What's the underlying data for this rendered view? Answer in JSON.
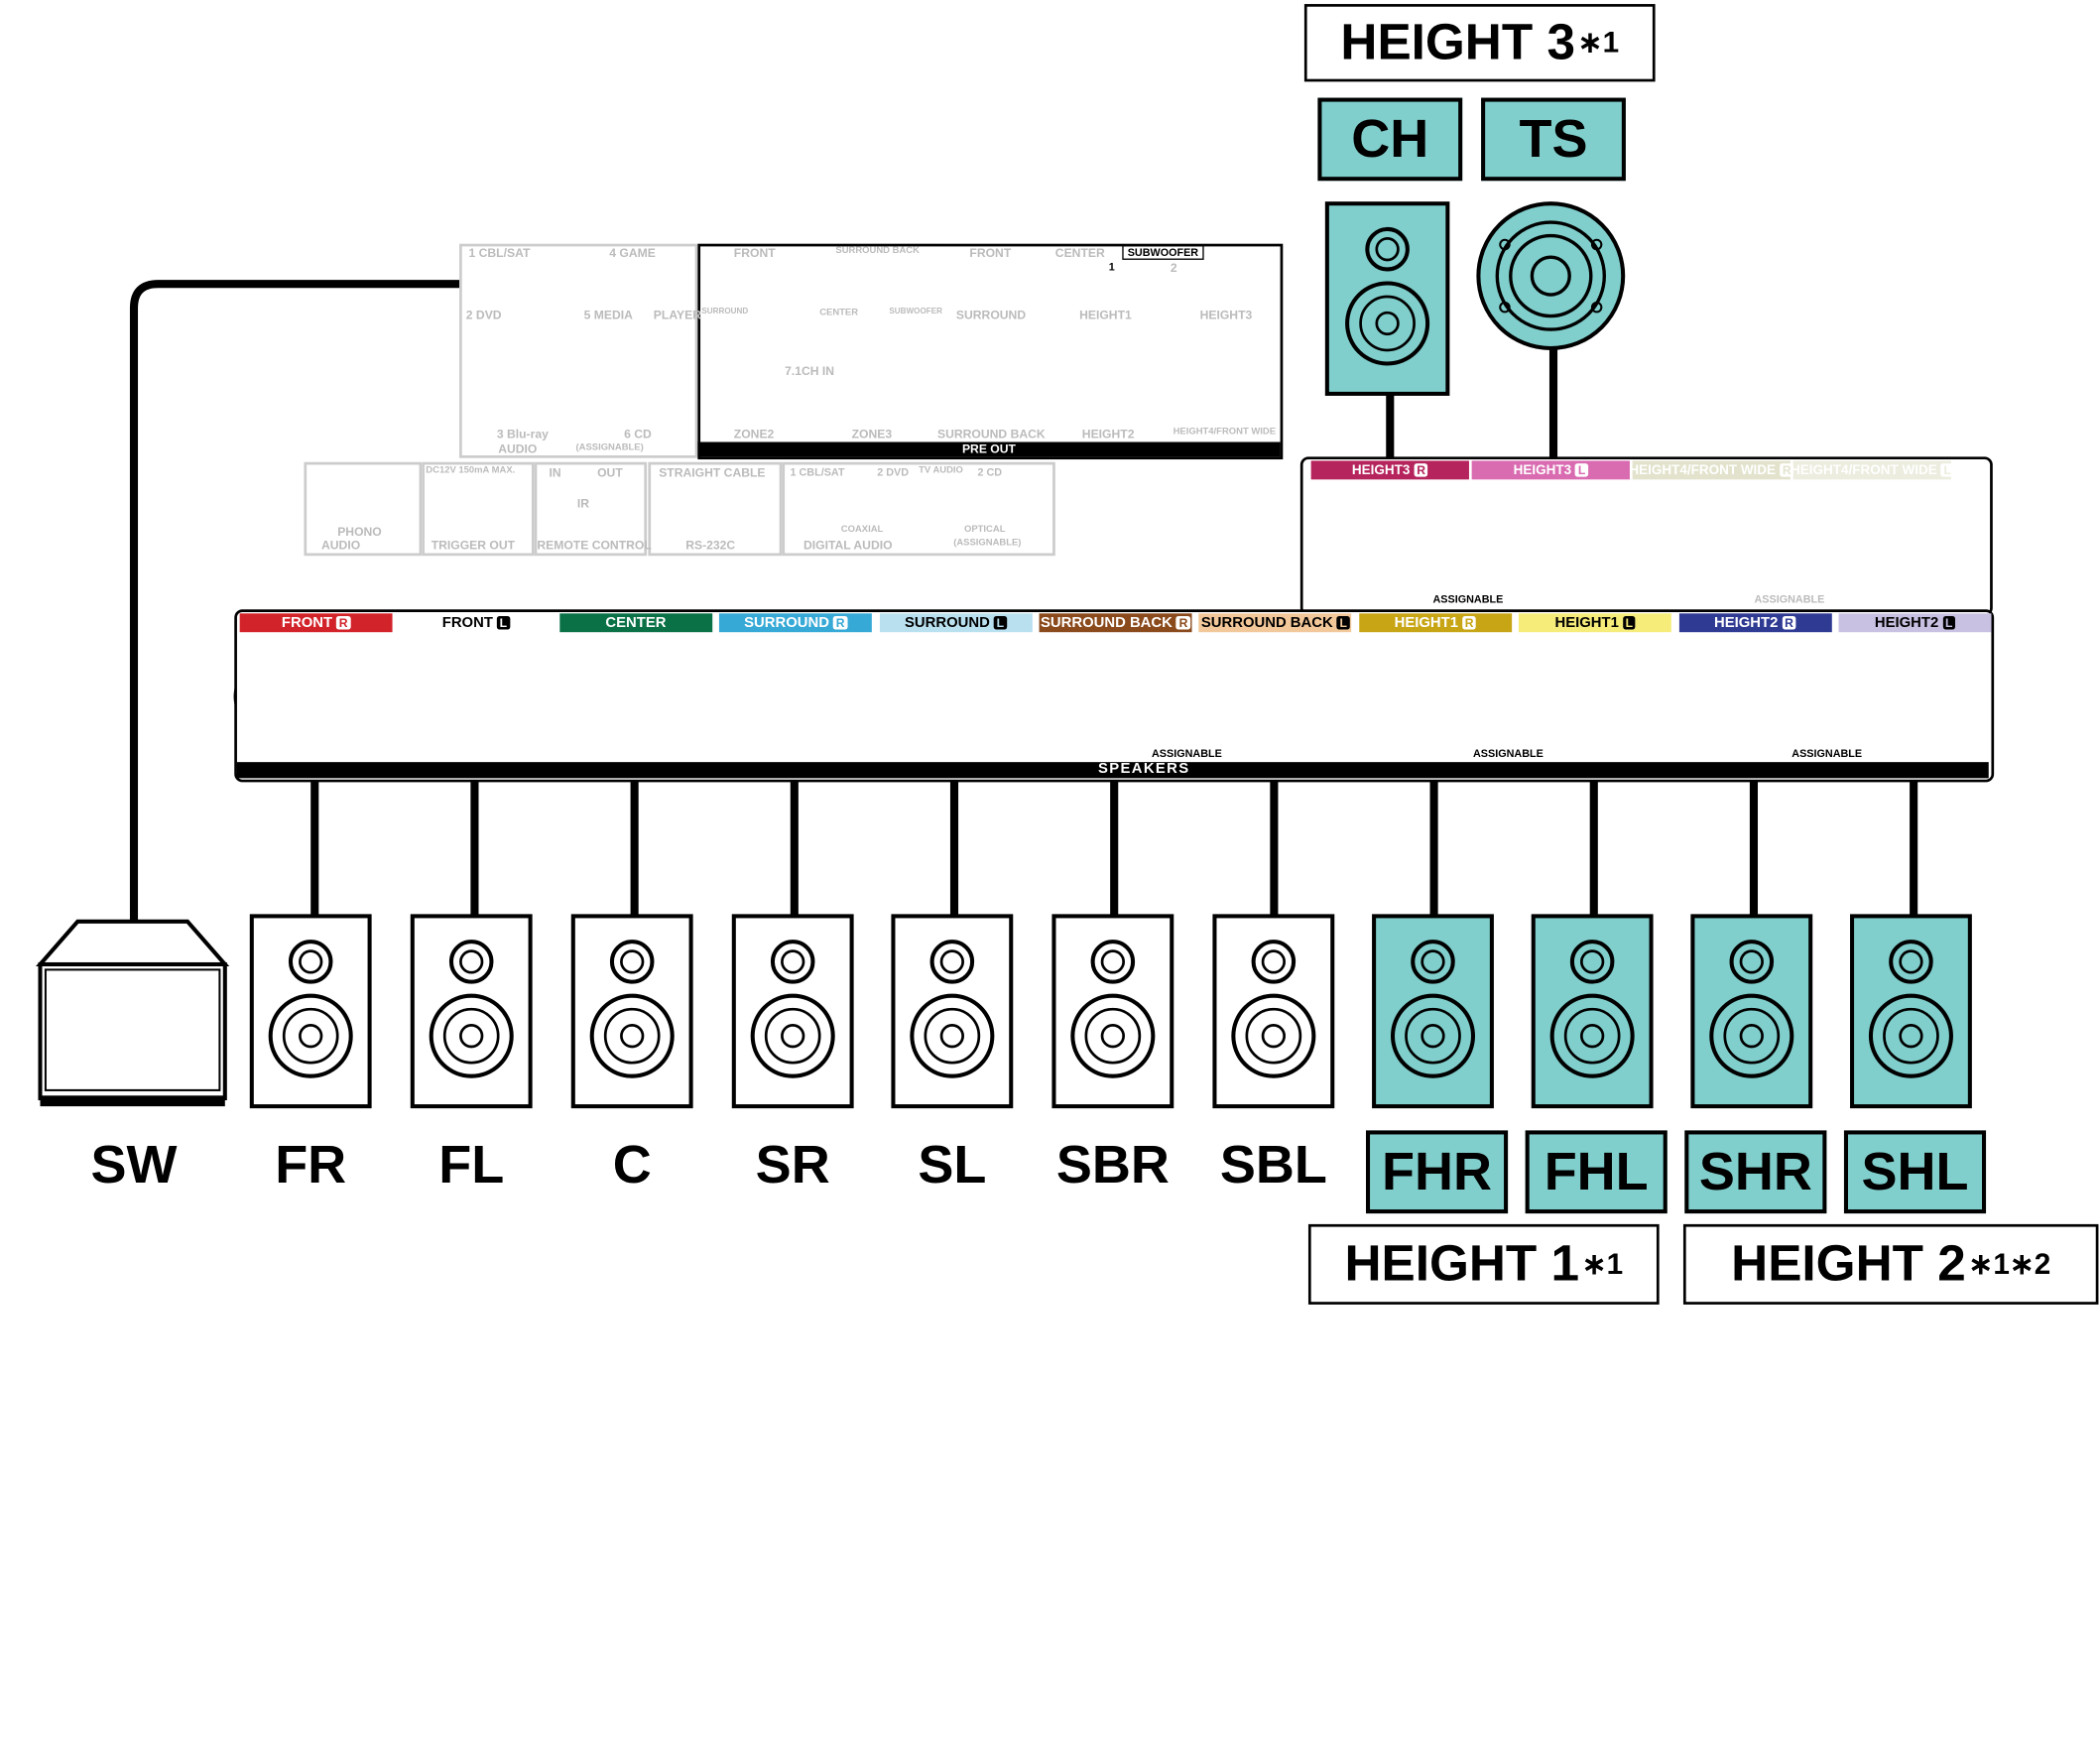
{
  "top_group": {
    "name": "HEIGHT 3",
    "note": "∗1"
  },
  "top_speakers": [
    {
      "id": "ch",
      "label": "CH",
      "kind": "cabinet"
    },
    {
      "id": "ts",
      "label": "TS",
      "kind": "ceiling"
    }
  ],
  "top_terminals": [
    {
      "label": "HEIGHT3",
      "side": "R",
      "color": "#b5245c",
      "active": true
    },
    {
      "label": "HEIGHT3",
      "side": "L",
      "color": "#d96bb0",
      "active": true
    },
    {
      "label": "HEIGHT4/FRONT WIDE",
      "side": "R",
      "color": "#e0e0c8",
      "active": false
    },
    {
      "label": "HEIGHT4/FRONT WIDE",
      "side": "L",
      "color": "#ebebdc",
      "active": false
    }
  ],
  "top_assignable": [
    "ASSIGNABLE",
    "ASSIGNABLE"
  ],
  "main_terminals": [
    {
      "label": "FRONT",
      "side": "R",
      "color": "#d2232a",
      "text": "#ffffff"
    },
    {
      "label": "FRONT",
      "side": "L",
      "color": "#ffffff",
      "text": "#000000"
    },
    {
      "label": "CENTER",
      "side": "",
      "color": "#0a7146",
      "text": "#ffffff"
    },
    {
      "label": "SURROUND",
      "side": "R",
      "color": "#36a9d6",
      "text": "#ffffff"
    },
    {
      "label": "SURROUND",
      "side": "L",
      "color": "#b9e0ef",
      "text": "#000000"
    },
    {
      "label": "SURROUND BACK",
      "side": "R",
      "color": "#8a4a1c",
      "text": "#ffffff"
    },
    {
      "label": "SURROUND BACK",
      "side": "L",
      "color": "#f2c89a",
      "text": "#000000"
    },
    {
      "label": "HEIGHT1",
      "side": "R",
      "color": "#c7a515",
      "text": "#ffffff"
    },
    {
      "label": "HEIGHT1",
      "side": "L",
      "color": "#f5ec7a",
      "text": "#000000"
    },
    {
      "label": "HEIGHT2",
      "side": "R",
      "color": "#2f3a93",
      "text": "#ffffff"
    },
    {
      "label": "HEIGHT2",
      "side": "L",
      "color": "#c9c1e2",
      "text": "#000000"
    }
  ],
  "speakers_panel_label": "SPEAKERS",
  "assignable_label": "ASSIGNABLE",
  "bottom_speakers": [
    {
      "id": "sw",
      "label": "SW",
      "kind": "subwoofer"
    },
    {
      "id": "fr",
      "label": "FR",
      "kind": "cabinet"
    },
    {
      "id": "fl",
      "label": "FL",
      "kind": "cabinet"
    },
    {
      "id": "c",
      "label": "C",
      "kind": "cabinet"
    },
    {
      "id": "sr",
      "label": "SR",
      "kind": "cabinet"
    },
    {
      "id": "sl",
      "label": "SL",
      "kind": "cabinet"
    },
    {
      "id": "sbr",
      "label": "SBR",
      "kind": "cabinet"
    },
    {
      "id": "sbl",
      "label": "SBL",
      "kind": "cabinet"
    },
    {
      "id": "fhr",
      "label": "FHR",
      "kind": "cabinet-height"
    },
    {
      "id": "fhl",
      "label": "FHL",
      "kind": "cabinet-height"
    },
    {
      "id": "shr",
      "label": "SHR",
      "kind": "cabinet-height"
    },
    {
      "id": "shl",
      "label": "SHL",
      "kind": "cabinet-height"
    }
  ],
  "bottom_groups": [
    {
      "name": "HEIGHT 1",
      "note": "∗1"
    },
    {
      "name": "HEIGHT 2",
      "note": "∗1∗2"
    }
  ],
  "rear_panel": {
    "audio_in_labels": [
      "1 CBL/SAT",
      "4 GAME",
      "2 DVD",
      "5 MEDIA",
      "PLAYER",
      "3 Blu-ray",
      "6 CD",
      "AUDIO",
      "(ASSIGNABLE)"
    ],
    "ch71_labels": [
      "FRONT",
      "SURROUND BACK",
      "SURROUND",
      "CENTER",
      "SUBWOOFER",
      "7.1CH IN"
    ],
    "preout_labels": [
      "FRONT",
      "CENTER",
      "SUBWOOFER",
      "1",
      "2",
      "SURROUND",
      "HEIGHT1",
      "HEIGHT3",
      "ZONE2",
      "ZONE3",
      "SURROUND BACK",
      "HEIGHT2",
      "HEIGHT4/FRONT WIDE",
      "PRE OUT"
    ],
    "lower_labels": [
      "PHONO",
      "AUDIO",
      "DC12V 150mA MAX.",
      "TRIGGER OUT",
      "IN",
      "OUT",
      "IR",
      "REMOTE CONTROL",
      "STRAIGHT CABLE",
      "RS-232C",
      "1 CBL/SAT",
      "2 DVD",
      "TV AUDIO",
      "2 CD",
      "COAXIAL",
      "OPTICAL",
      "DIGITAL AUDIO",
      "(ASSIGNABLE)"
    ]
  }
}
